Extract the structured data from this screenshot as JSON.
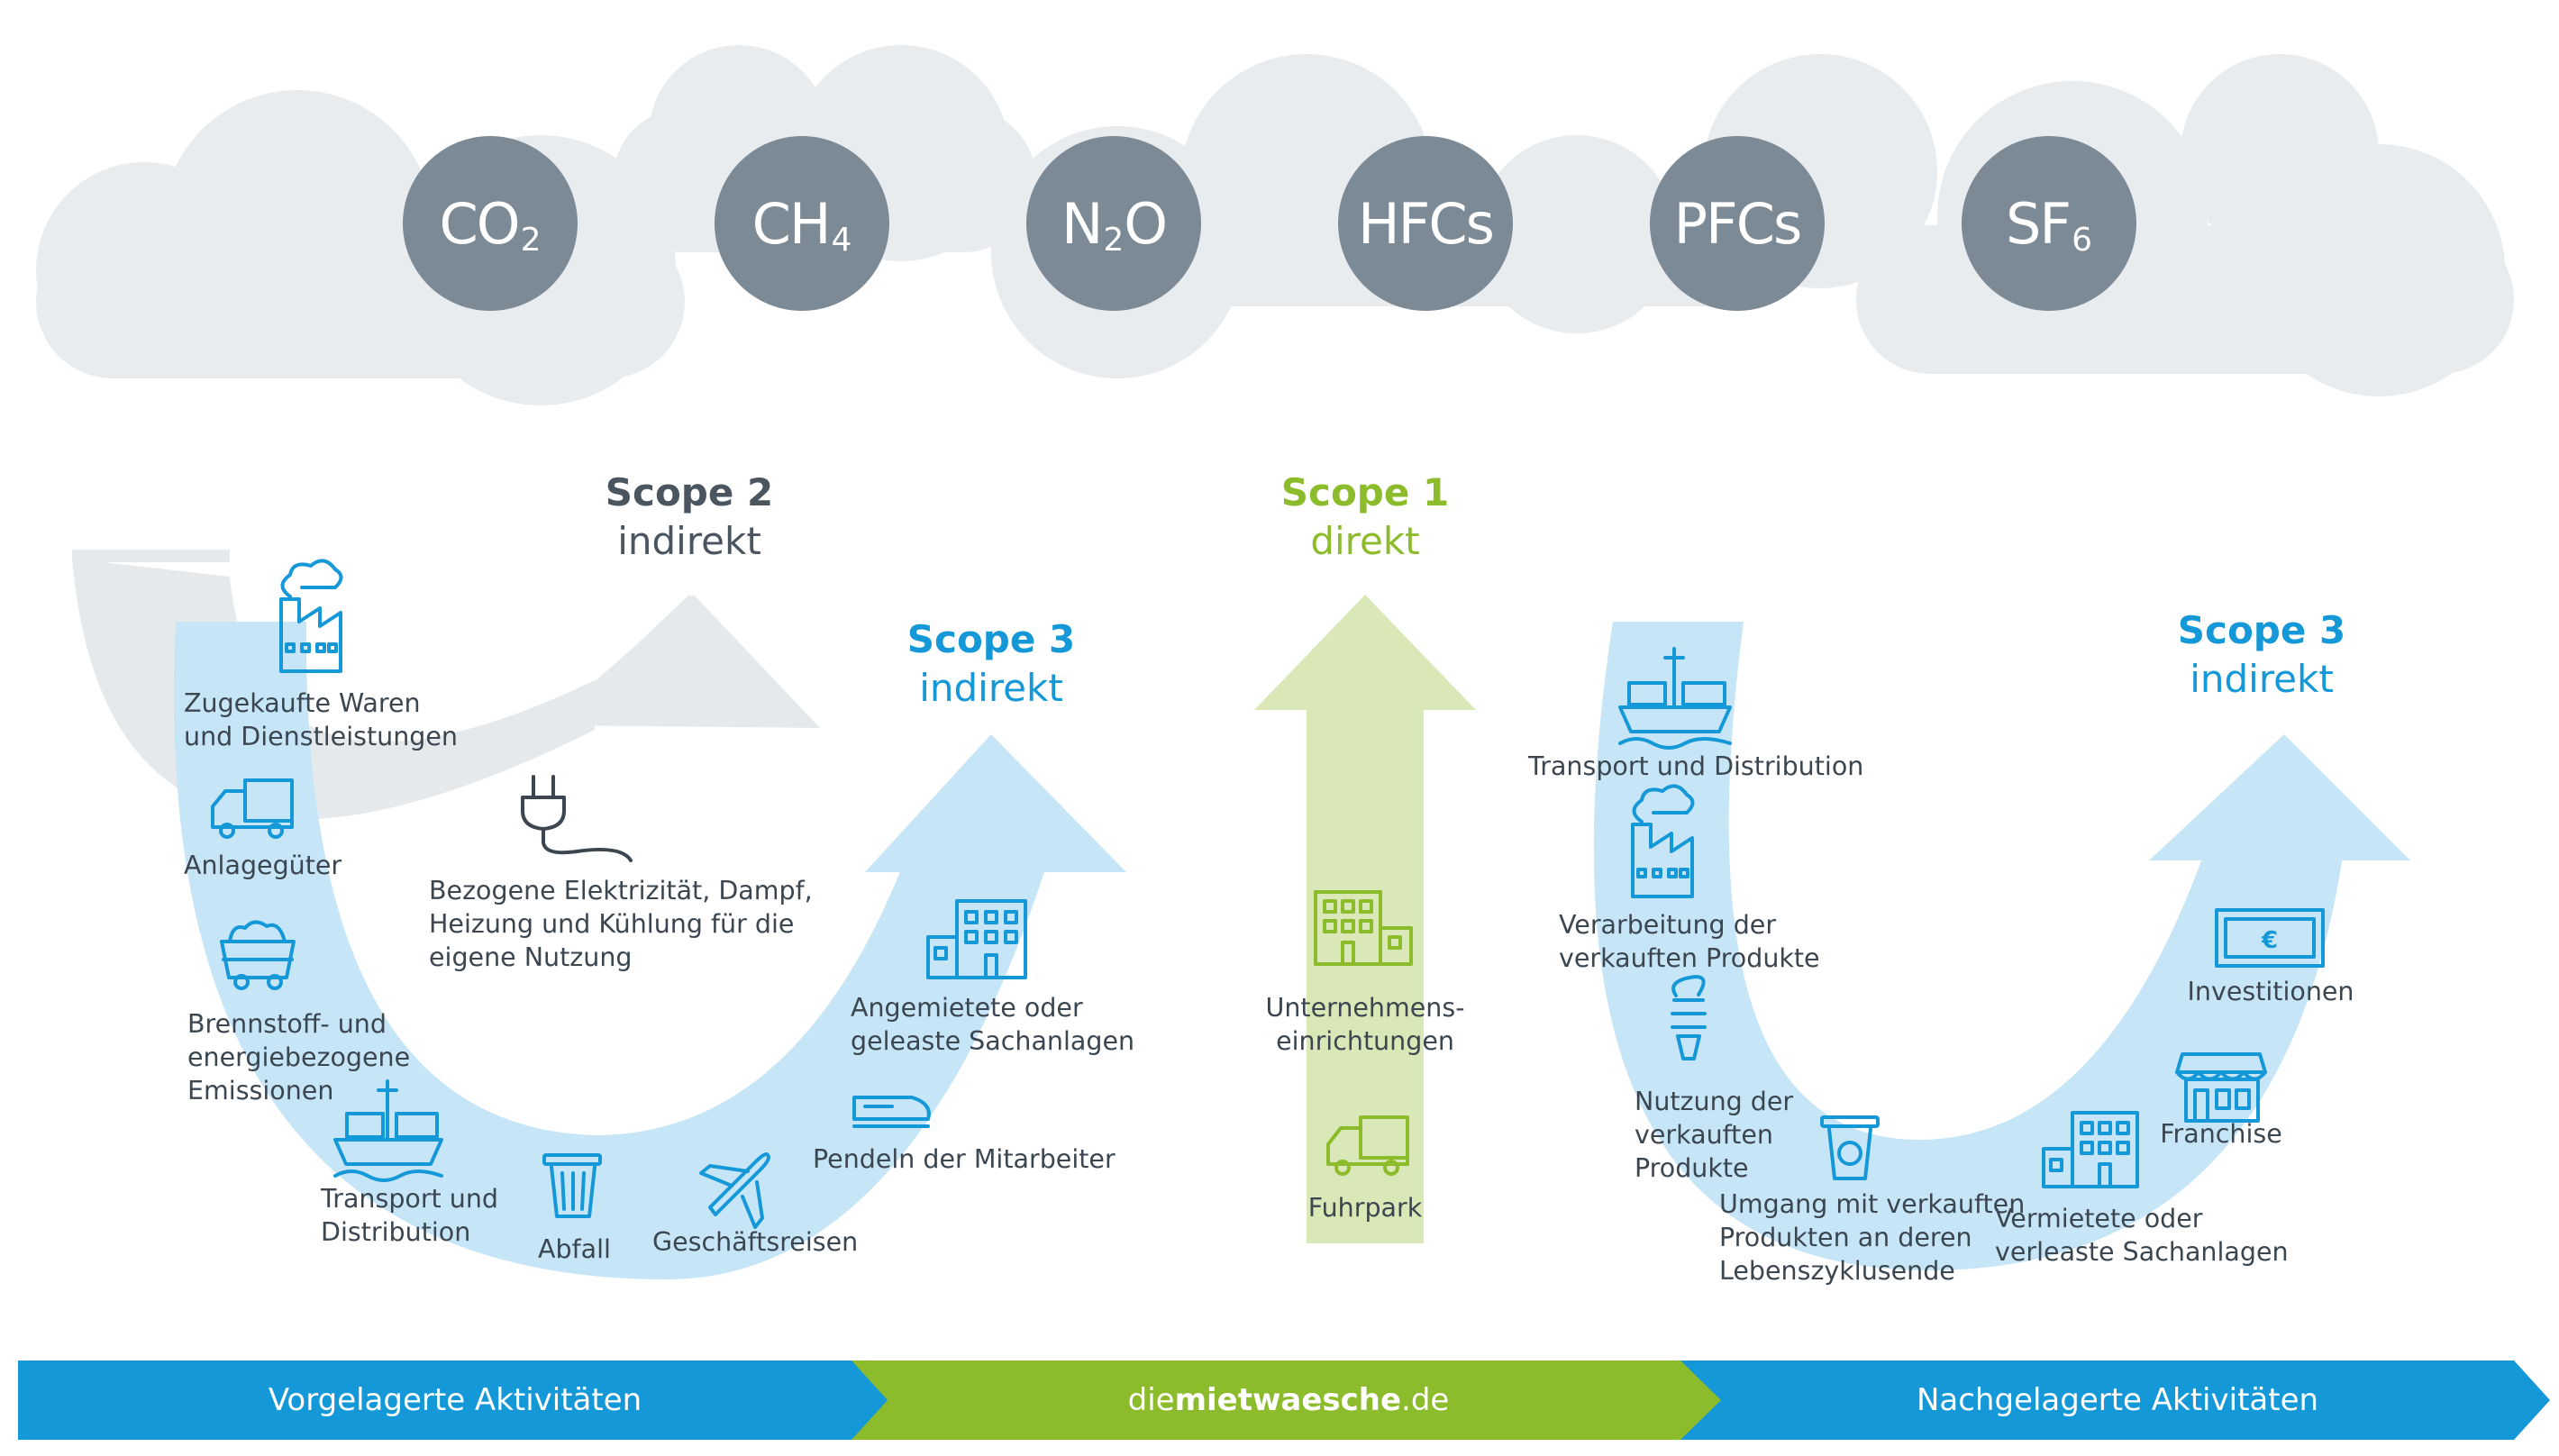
{
  "gases": [
    {
      "base": "CO",
      "sub": "2"
    },
    {
      "base": "CH",
      "sub": "4"
    },
    {
      "base": "N",
      "sub": "2",
      "tail": "O"
    },
    {
      "base": "HFCs"
    },
    {
      "base": "PFCs"
    },
    {
      "base": "SF",
      "sub": "6"
    }
  ],
  "scopes": {
    "scope2": {
      "title": "Scope 2",
      "subtitle": "indirekt"
    },
    "scope1": {
      "title": "Scope 1",
      "subtitle": "direkt"
    },
    "scope3_up": {
      "title": "Scope 3",
      "subtitle": "indirekt"
    },
    "scope3_down": {
      "title": "Scope 3",
      "subtitle": "indirekt"
    }
  },
  "upstream": {
    "zugekaufte": [
      "Zugekaufte Waren",
      "und Dienstleistungen"
    ],
    "anlagegueter": [
      "Anlagegüter"
    ],
    "brennstoff": [
      "Brennstoff- und",
      "energiebezogene",
      "Emissionen"
    ],
    "transport": [
      "Transport und",
      "Distribution"
    ],
    "abfall": [
      "Abfall"
    ],
    "geschaeftsreisen": [
      "Geschäftsreisen"
    ],
    "pendeln": [
      "Pendeln der Mitarbeiter"
    ],
    "angemietete": [
      "Angemietete oder",
      "geleaste Sachanlagen"
    ],
    "elektrizitaet": [
      "Bezogene Elektrizität, Dampf,",
      "Heizung und Kühlung für die",
      "eigene Nutzung"
    ]
  },
  "direct": {
    "unternehmen": [
      "Unternehmens-",
      "einrichtungen"
    ],
    "fuhrpark": [
      "Fuhrpark"
    ]
  },
  "downstream": {
    "transport": [
      "Transport und Distribution"
    ],
    "verarbeitung": [
      "Verarbeitung der",
      "verkauften Produkte"
    ],
    "nutzung": [
      "Nutzung der",
      "verkauften",
      "Produkte"
    ],
    "umgang": [
      "Umgang mit verkauften",
      "Produkten an deren",
      "Lebenszyklusende"
    ],
    "vermietete": [
      "Vermietete oder",
      "verleaste Sachanlagen"
    ],
    "franchise": [
      "Franchise"
    ],
    "investitionen": [
      "Investitionen"
    ]
  },
  "band": {
    "left": "Vorgelagerte Aktivitäten",
    "brand_pre": "die",
    "brand_bold": "mietwaesche",
    "brand_post": ".de",
    "right": "Nachgelagerte Aktivitäten"
  },
  "icons": {
    "euro_symbol": "€"
  },
  "colors": {
    "cloud": "#e9ecef",
    "gas": "#7c8a95",
    "scope2_arc": "#e6e9ec",
    "scope2_text": "#4a5560",
    "scope3_arc": "#c6e6f8",
    "scope3_text": "#1598d8",
    "scope1_arrow": "#d9e8b6",
    "scope1_text": "#8cbb2b",
    "icon_blue": "#1598d8",
    "icon_green": "#8cbb2b",
    "band_blue": "#1598d8",
    "band_green": "#8cbb2b",
    "label_text": "#3b4650"
  }
}
